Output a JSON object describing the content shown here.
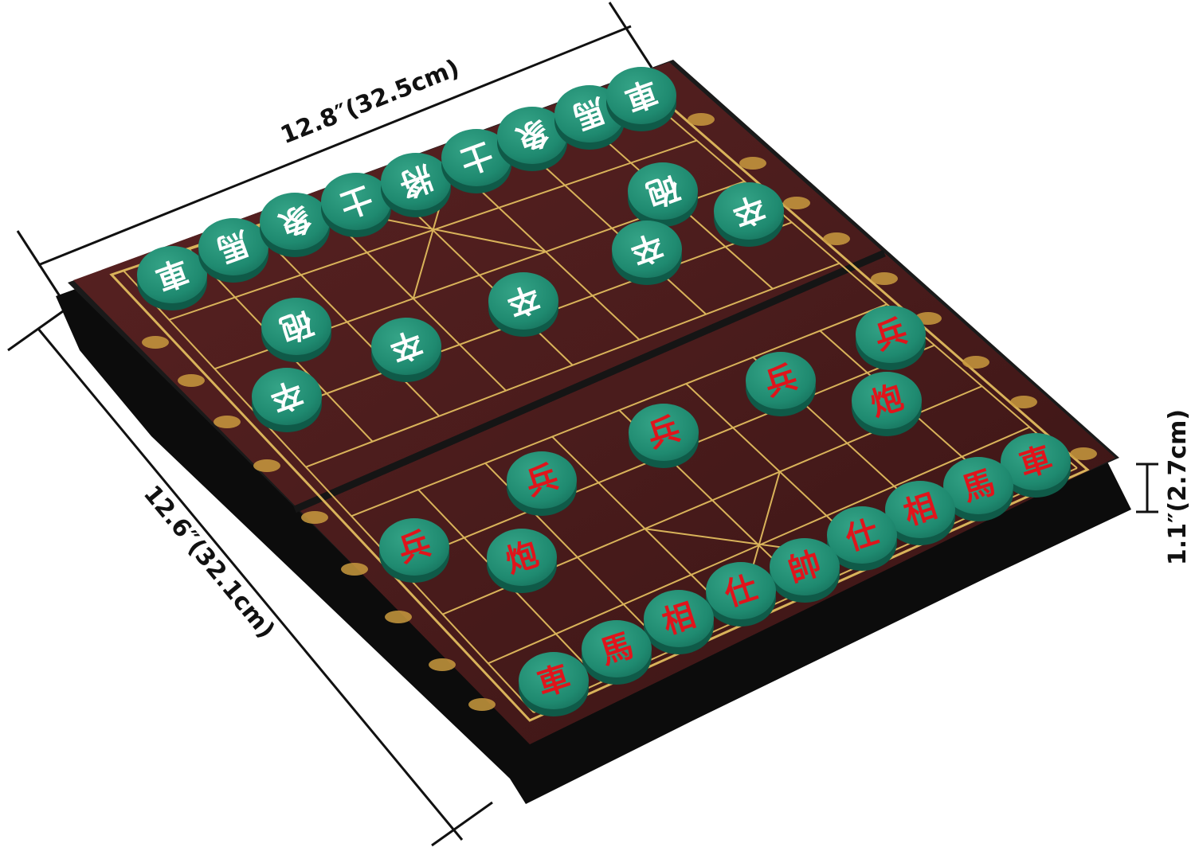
{
  "dimensions": {
    "width_label": "12.8″(32.5cm)",
    "depth_label": "12.6″(32.1cm)",
    "height_label": "1.1″(2.7cm)"
  },
  "colors": {
    "board": "#4a1c1c",
    "board_dark": "#2e0f0f",
    "frame": "#141414",
    "grid_line": "#d9b35a",
    "piece_face": "#1f8a70",
    "piece_edge": "#0f5a48",
    "black_side_char": "#ffffff",
    "red_side_char": "#e0141b"
  },
  "pieces": {
    "black_back_row": [
      "車",
      "馬",
      "象",
      "士",
      "將",
      "士",
      "象",
      "馬",
      "車"
    ],
    "black_cannon": "砲",
    "black_soldier": "卒",
    "red_back_row": [
      "車",
      "馬",
      "相",
      "仕",
      "帥",
      "仕",
      "相",
      "馬",
      "車"
    ],
    "red_cannon": "炮",
    "red_soldier": "兵"
  }
}
